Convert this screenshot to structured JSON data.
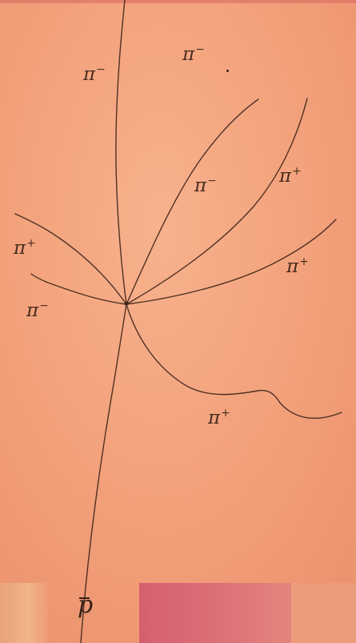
{
  "labels": {
    "top_left": {
      "base": "π",
      "charge": "−"
    },
    "top_right": {
      "base": "π",
      "charge": "−"
    },
    "mid_center": {
      "base": "π",
      "charge": "−"
    },
    "mid_right": {
      "base": "π",
      "charge": "+"
    },
    "left_upper": {
      "base": "π",
      "charge": "+"
    },
    "left_lower": {
      "base": "π",
      "charge": "−"
    },
    "right_lower": {
      "base": "π",
      "charge": "+"
    },
    "bottom_track": {
      "base": "π",
      "charge": "+"
    },
    "incoming": {
      "base": "p"
    }
  },
  "colors": {
    "background": "#f2a37e",
    "ink": "#3e2418",
    "bottom_strip_left": "#e9a078",
    "bottom_strip_pink": "#d96a74"
  }
}
